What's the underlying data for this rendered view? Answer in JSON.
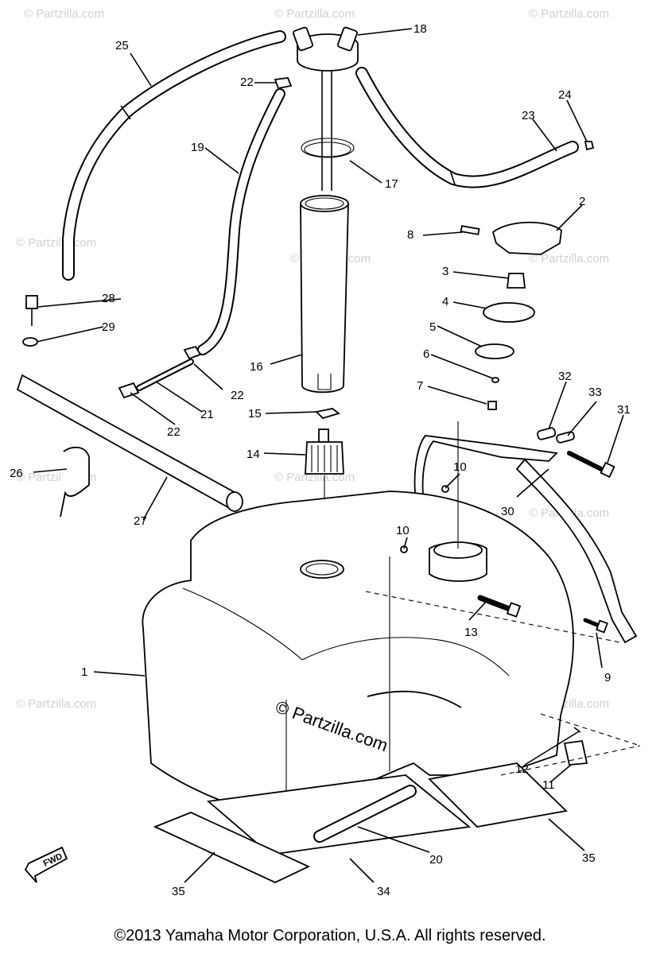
{
  "callouts": {
    "c1": "1",
    "c2": "2",
    "c3": "3",
    "c4": "4",
    "c5": "5",
    "c6": "6",
    "c7": "7",
    "c8": "8",
    "c9": "9",
    "c10a": "10",
    "c10b": "10",
    "c11": "11",
    "c12": "12",
    "c13": "13",
    "c14": "14",
    "c15": "15",
    "c16": "16",
    "c17": "17",
    "c18": "18",
    "c19": "19",
    "c20": "20",
    "c21": "21",
    "c22a": "22",
    "c22b": "22",
    "c22c": "22",
    "c23": "23",
    "c24": "24",
    "c25": "25",
    "c26": "26",
    "c27": "27",
    "c28": "28",
    "c29": "29",
    "c30": "30",
    "c31": "31",
    "c32": "32",
    "c33": "33",
    "c34": "34",
    "c35a": "35",
    "c35b": "35"
  },
  "fwd_badge": "FWD",
  "watermark": "© Partzilla.com",
  "copyright": "©2013 Yamaha Motor Corporation, U.S.A. All rights reserved."
}
